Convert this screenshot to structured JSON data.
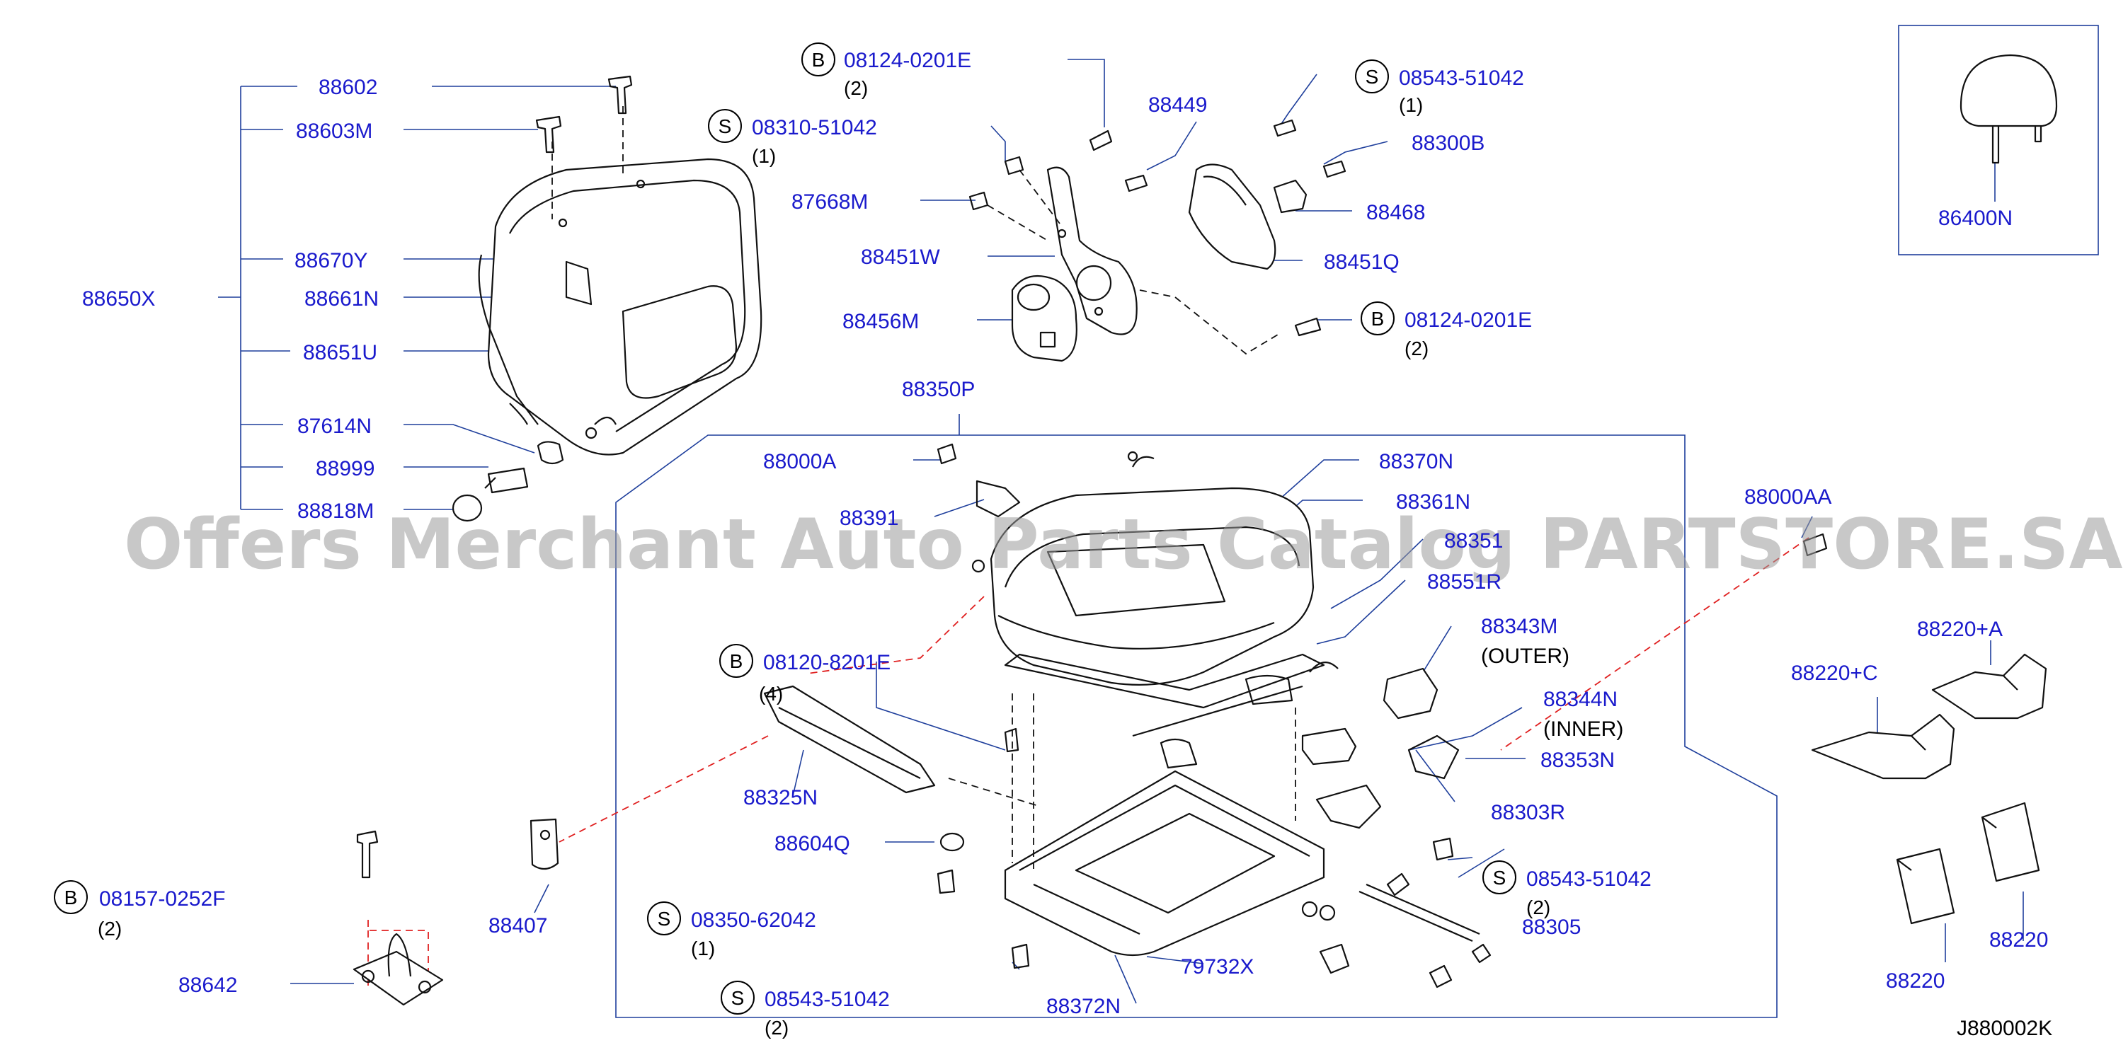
{
  "watermark": "Offers Merchant Auto Parts Catalog PARTSTORE.SA",
  "drawing_code": "J880002K",
  "labels": {
    "p88602": "88602",
    "p88603M": "88603M",
    "p88670Y": "88670Y",
    "p88661N": "88661N",
    "p88650X": "88650X",
    "p88651U": "88651U",
    "p87614N": "87614N",
    "p88999": "88999",
    "p88818M": "88818M",
    "p87668M": "87668M",
    "p88451W": "88451W",
    "p88456M": "88456M",
    "p88449": "88449",
    "p88300B": "88300B",
    "p88468": "88468",
    "p88451Q": "88451Q",
    "p88350P": "88350P",
    "p88000A": "88000A",
    "p88391": "88391",
    "p88370N": "88370N",
    "p88361N": "88361N",
    "p88351": "88351",
    "p88551R": "88551R",
    "p88343M": "88343M",
    "outer": "(OUTER)",
    "p88344N": "88344N",
    "inner": "(INNER)",
    "p88353N": "88353N",
    "p88303R": "88303R",
    "p88305": "88305",
    "p79732X": "79732X",
    "p88372N": "88372N",
    "p88325N": "88325N",
    "p88604Q": "88604Q",
    "p88407": "88407",
    "p88642": "88642",
    "p88000AA": "88000AA",
    "p88220A": "88220+A",
    "p88220C": "88220+C",
    "p88220_1": "88220",
    "p88220_2": "88220",
    "p86400N": "86400N"
  },
  "fasteners": [
    {
      "letter": "B",
      "code": "08124-0201E",
      "qty": "(2)"
    },
    {
      "letter": "S",
      "code": "08310-51042",
      "qty": "(1)"
    },
    {
      "letter": "S",
      "code": "08543-51042",
      "qty": "(1)"
    },
    {
      "letter": "B",
      "code": "08124-0201E",
      "qty": "(2)"
    },
    {
      "letter": "B",
      "code": "08120-8201E",
      "qty": "(4)"
    },
    {
      "letter": "S",
      "code": "08543-51042",
      "qty": "(2)"
    },
    {
      "letter": "S",
      "code": "08350-62042",
      "qty": "(1)"
    },
    {
      "letter": "S",
      "code": "08543-51042",
      "qty": "(2)"
    },
    {
      "letter": "B",
      "code": "08157-0252F",
      "qty": "(2)"
    }
  ]
}
